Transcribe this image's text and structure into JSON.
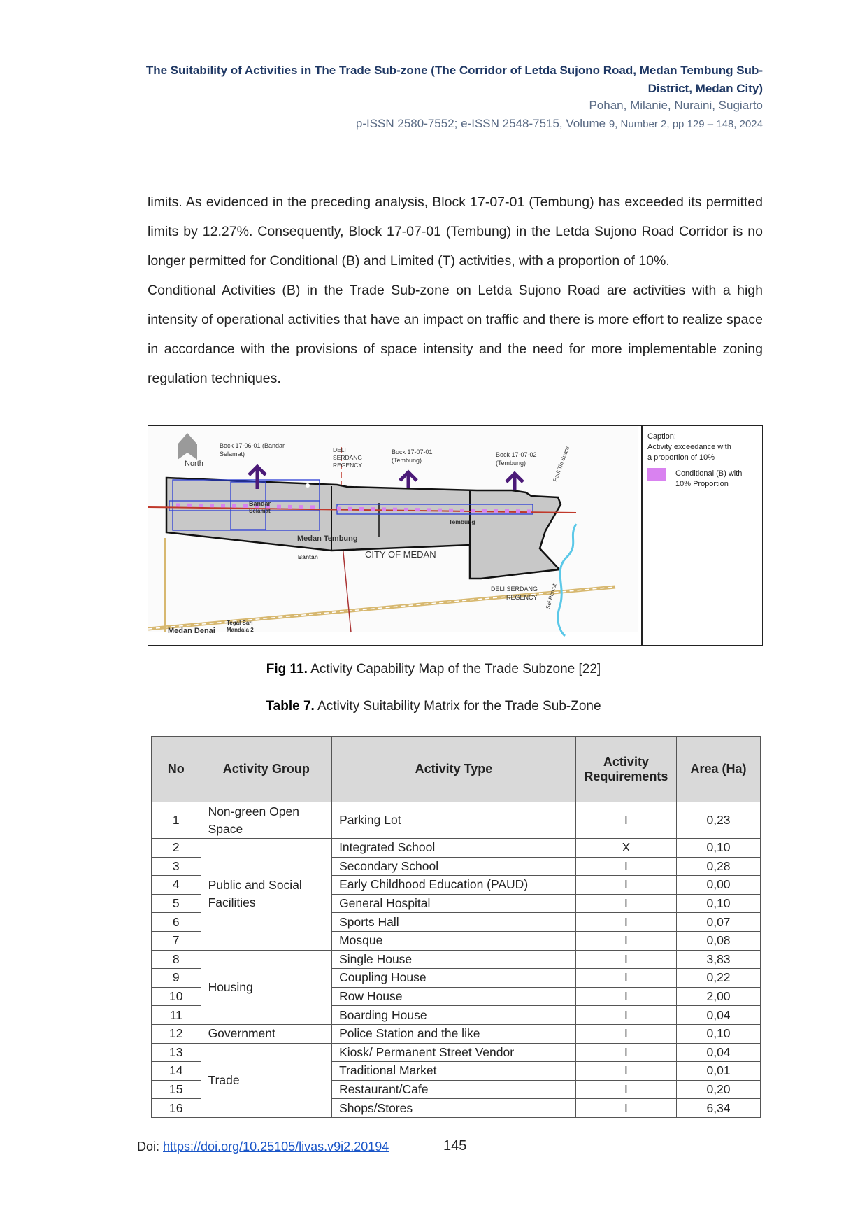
{
  "header": {
    "title": "The Suitability of Activities in The Trade Sub-zone (The Corridor of Letda Sujono Road, Medan Tembung Sub-District, Medan City)",
    "authors": "Pohan, Milanie, Nuraini, Sugiarto",
    "issn": "p-ISSN 2580-7552; e-ISSN 2548-7515, Volume",
    "issn_volume": "9, Number 2,  pp 129 – 148, 2024"
  },
  "body": {
    "para1": "limits. As evidenced in the preceding analysis, Block 17-07-01 (Tembung) has exceeded its permitted limits by 12.27%. Consequently, Block 17-07-01 (Tembung) in the Letda Sujono Road Corridor is no longer permitted for Conditional (B) and Limited (T) activities, with a proportion of 10%.",
    "para2": "Conditional Activities (B) in the Trade Sub-zone on Letda Sujono Road are activities with a high intensity of operational activities that have an impact on traffic and there is more effort to realize space in accordance with the provisions of space intensity and the need for more implementable zoning regulation techniques."
  },
  "map": {
    "north": "North",
    "block1": "Bock 17-06-01 (Bandar",
    "block1b": "Selamat)",
    "deli1": "DELI",
    "deli2": "SERDANG",
    "deli3": "REGENCY",
    "block2": "Bock 17-07-01",
    "block2b": "(Tembung)",
    "block3": "Bock 17-07-02",
    "block3b": "(Tembung)",
    "parit": "Parit Tiri Suaru",
    "bandar1": "Bandar",
    "bandar2": "Selamat",
    "tembung": "Tembung",
    "medan_tembung": "Medan Tembung",
    "bantan": "Bantan",
    "city": "CITY OF MEDAN",
    "deli_bottom1": "DELI SERDANG",
    "deli_bottom2": "REGENCY",
    "sei": "Sei Percut",
    "tegal1": "Tegal Sari",
    "tegal2": "Mandala 2",
    "medan_denai": "Medan Denai",
    "legend_caption": "Caption:",
    "legend_line1": "Activity exceedance with",
    "legend_line2": "a proportion of 10%",
    "legend_item1": "Conditional (B) with",
    "legend_item2": "10% Proportion",
    "colors": {
      "zone": "#c8c8c8",
      "conditional": "#d982f0",
      "arrow": "#4b1a78",
      "road": "#c0392b",
      "river": "#5bc8e8"
    }
  },
  "figure_caption": {
    "label": "Fig 11.",
    "text": " Activity Capability Map of the Trade Subzone [22]"
  },
  "table_caption": {
    "label": "Table 7.",
    "text": " Activity Suitability Matrix for the Trade Sub-Zone"
  },
  "table": {
    "headers": [
      "No",
      "Activity Group",
      "Activity Type",
      "Activity Requirements",
      "Area (Ha)"
    ],
    "groups": [
      "Non-green Open Space",
      "Public and Social Facilities",
      "Housing",
      "Government",
      "Trade"
    ],
    "rows": [
      {
        "no": "1",
        "type": "Parking Lot",
        "req": "I",
        "area": "0,23"
      },
      {
        "no": "2",
        "type": "Integrated School",
        "req": "X",
        "area": "0,10"
      },
      {
        "no": "3",
        "type": "Secondary School",
        "req": "I",
        "area": "0,28"
      },
      {
        "no": "4",
        "type": "Early Childhood Education (PAUD)",
        "req": "I",
        "area": "0,00"
      },
      {
        "no": "5",
        "type": "General Hospital",
        "req": "I",
        "area": "0,10"
      },
      {
        "no": "6",
        "type": "Sports Hall",
        "req": "I",
        "area": "0,07"
      },
      {
        "no": "7",
        "type": "Mosque",
        "req": "I",
        "area": "0,08"
      },
      {
        "no": "8",
        "type": "Single House",
        "req": "I",
        "area": "3,83"
      },
      {
        "no": "9",
        "type": "Coupling House",
        "req": "I",
        "area": "0,22"
      },
      {
        "no": "10",
        "type": "Row House",
        "req": "I",
        "area": "2,00"
      },
      {
        "no": "11",
        "type": "Boarding House",
        "req": "I",
        "area": "0,04"
      },
      {
        "no": "12",
        "type": "Police Station and the like",
        "req": "I",
        "area": "0,10"
      },
      {
        "no": "13",
        "type": "Kiosk/ Permanent Street Vendor",
        "req": "I",
        "area": "0,04"
      },
      {
        "no": "14",
        "type": "Traditional Market",
        "req": "I",
        "area": "0,01"
      },
      {
        "no": "15",
        "type": "Restaurant/Cafe",
        "req": "I",
        "area": "0,20"
      },
      {
        "no": "16",
        "type": "Shops/Stores",
        "req": "I",
        "area": "6,34"
      }
    ]
  },
  "footer": {
    "doi_label": "Doi: ",
    "doi_link": "https://doi.org/10.25105/livas.v9i2.20194",
    "page": "145"
  }
}
